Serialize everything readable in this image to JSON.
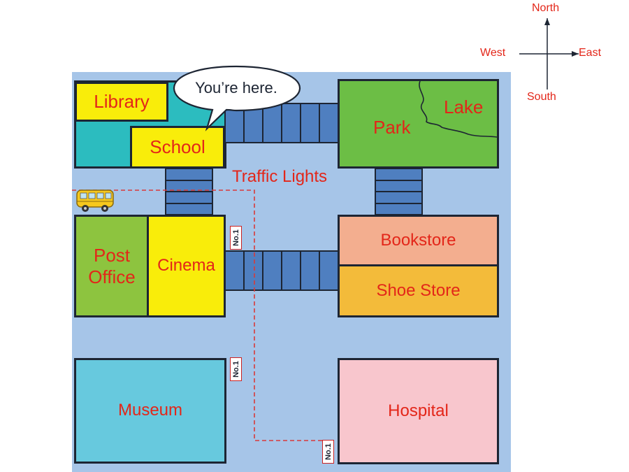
{
  "compass": {
    "north": "North",
    "south": "South",
    "east": "East",
    "west": "West"
  },
  "places": {
    "library": "Library",
    "school": "School",
    "park": "Park",
    "lake": "Lake",
    "post_office_line1": "Post",
    "post_office_line2": "Office",
    "cinema": "Cinema",
    "bookstore": "Bookstore",
    "shoe_store": "Shoe Store",
    "museum": "Museum",
    "hospital": "Hospital"
  },
  "traffic_lights": "Traffic Lights",
  "bubble": "You’re here.",
  "bus_sign": "No.1",
  "colors": {
    "road": "#a6c5e8",
    "crosswalk": "#4f7fc0",
    "label": "#e32619",
    "library": "#f9ed0a",
    "teal_block": "#2cbcbf",
    "park": "#6cbe45",
    "post_office": "#8dc43f",
    "cinema": "#f9ed0a",
    "bookstore": "#f3ae8f",
    "shoe_store": "#f3bb3a",
    "museum": "#67c9de",
    "hospital": "#f8c6cd"
  }
}
